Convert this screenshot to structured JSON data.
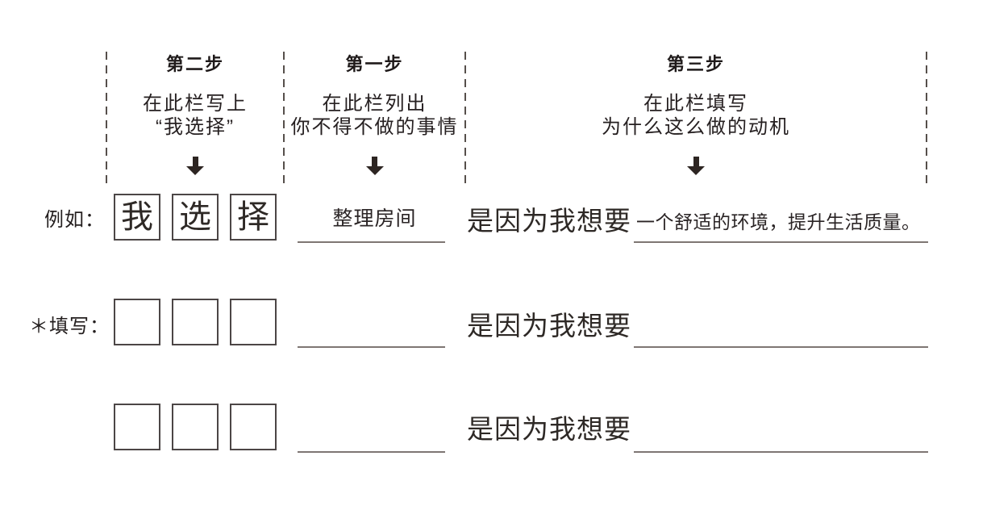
{
  "colors": {
    "ink": "#241f1f",
    "underline": "#7e7673",
    "box_border": "#4c4646",
    "dashed_separator": "#564f4b",
    "arrow": "#2d2522"
  },
  "columns": [
    {
      "title": "第二步",
      "lines": [
        "在此栏写上",
        "“我选择”"
      ]
    },
    {
      "title": "第一步",
      "lines": [
        "在此栏列出",
        "你不得不做的事情"
      ]
    },
    {
      "title": "第三步",
      "lines": [
        "在此栏填写",
        "为什么这么做的动机"
      ]
    }
  ],
  "row_labels": {
    "example": "例如：",
    "fill": "＊填写："
  },
  "rows": [
    {
      "boxes": [
        "我",
        "选",
        "择"
      ],
      "task": "整理房间",
      "motive_prefix": "是因为我想要",
      "motive": "一个舒适的环境，提升生活质量。"
    },
    {
      "boxes": [
        "",
        "",
        ""
      ],
      "task": "",
      "motive_prefix": "是因为我想要",
      "motive": ""
    },
    {
      "boxes": [
        "",
        "",
        ""
      ],
      "task": "",
      "motive_prefix": "是因为我想要",
      "motive": ""
    }
  ]
}
